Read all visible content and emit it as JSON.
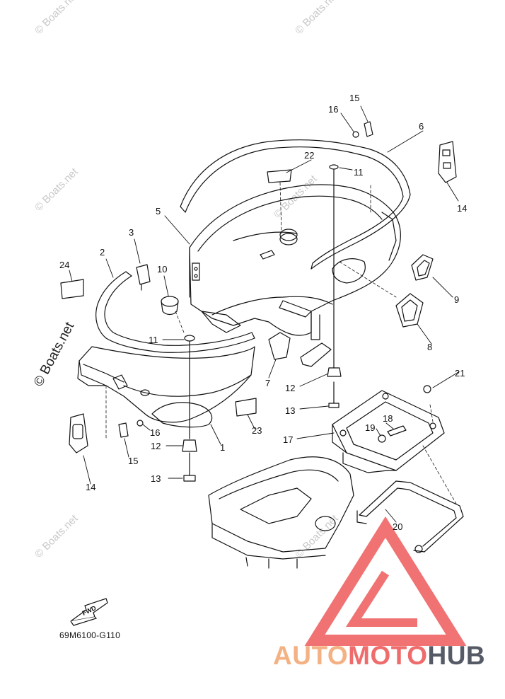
{
  "callouts": [
    {
      "id": "c15a",
      "text": "15"
    },
    {
      "id": "c16a",
      "text": "16"
    },
    {
      "id": "c6",
      "text": "6"
    },
    {
      "id": "c22",
      "text": "22"
    },
    {
      "id": "c11a",
      "text": "11"
    },
    {
      "id": "c14a",
      "text": "14"
    },
    {
      "id": "c5",
      "text": "5"
    },
    {
      "id": "c3",
      "text": "3"
    },
    {
      "id": "c2",
      "text": "2"
    },
    {
      "id": "c24",
      "text": "24"
    },
    {
      "id": "c10",
      "text": "10"
    },
    {
      "id": "c9",
      "text": "9"
    },
    {
      "id": "c8",
      "text": "8"
    },
    {
      "id": "c11b",
      "text": "11"
    },
    {
      "id": "c7",
      "text": "7"
    },
    {
      "id": "c21",
      "text": "21"
    },
    {
      "id": "c12a",
      "text": "12"
    },
    {
      "id": "c13a",
      "text": "13"
    },
    {
      "id": "c18",
      "text": "18"
    },
    {
      "id": "c19",
      "text": "19"
    },
    {
      "id": "c17",
      "text": "17"
    },
    {
      "id": "c23",
      "text": "23"
    },
    {
      "id": "c16b",
      "text": "16"
    },
    {
      "id": "c1",
      "text": "1"
    },
    {
      "id": "c12b",
      "text": "12"
    },
    {
      "id": "c15b",
      "text": "15"
    },
    {
      "id": "c13b",
      "text": "13"
    },
    {
      "id": "c14b",
      "text": "14"
    },
    {
      "id": "c20",
      "text": "20"
    }
  ],
  "fwd_label": "FWD",
  "diagram_code": "69M6100-G110",
  "watermark": "© Boats.net",
  "brand": {
    "part1": "AUTO",
    "part2": "MOTO",
    "part3": "HUB"
  },
  "colors": {
    "ink": "#111111",
    "watermark": "#c8c8c8",
    "brand_light": "#f4b183",
    "brand_red": "#ef6c6c",
    "brand_dark": "#555a66",
    "logo_red": "#ee5a5a"
  }
}
